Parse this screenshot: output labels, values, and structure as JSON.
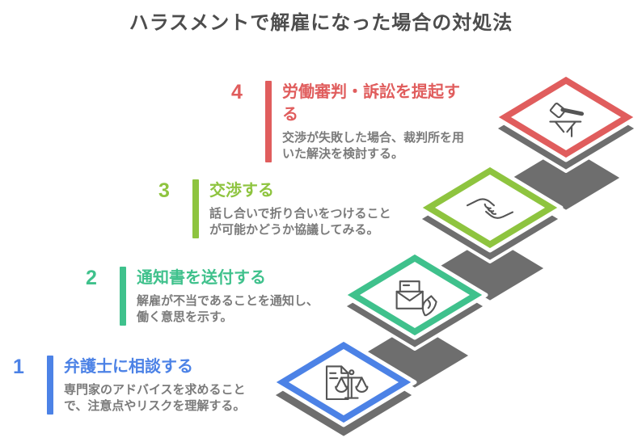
{
  "title": "ハラスメントで解雇になった場合の対処法",
  "steps": [
    {
      "number": "1",
      "title": "弁護士に相談する",
      "description": "専門家のアドバイスを求めること\nで、注意点やリスクを理解する。",
      "color": "#4c82e6",
      "icon": "document-scales-icon"
    },
    {
      "number": "2",
      "title": "通知書を送付する",
      "description": "解雇が不当であることを通知し、\n働く意思を示す。",
      "color": "#3fc18c",
      "icon": "letter-in-hand-icon"
    },
    {
      "number": "3",
      "title": "交渉する",
      "description": "話し合いで折り合いをつけること\nが可能かどうか協議してみる。",
      "color": "#8ec43f",
      "icon": "handshake-icon"
    },
    {
      "number": "4",
      "title": "労働審判・訴訟を提起す\nる",
      "description": "交渉が失敗した場合、裁判所を用\nいた解決を検討する。",
      "color": "#e05d5d",
      "icon": "gavel-icon"
    }
  ],
  "colors": {
    "title_gray": "#4d4d4d",
    "desc_gray": "#7b7b7b",
    "face_gray": "#6e6e6e",
    "icon_gray": "#555555",
    "edge_white": "#ffffff"
  }
}
